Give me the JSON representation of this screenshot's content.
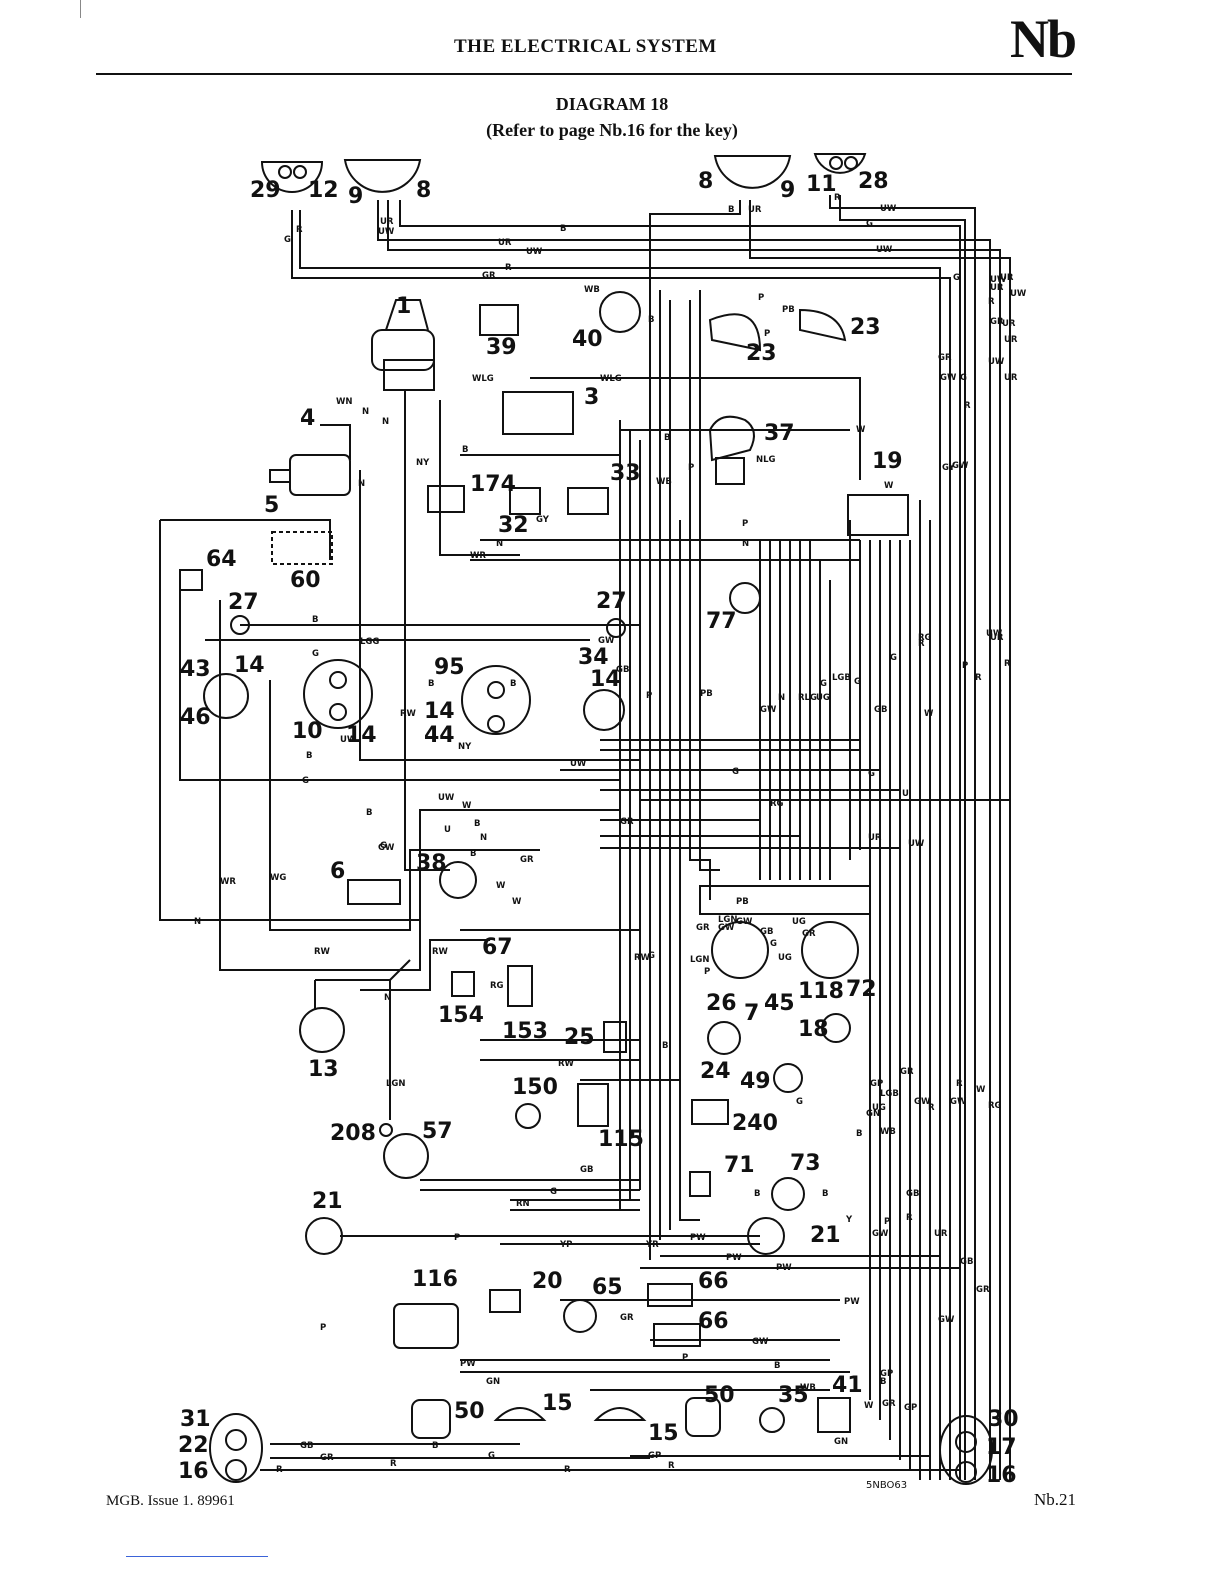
{
  "header": {
    "title": "THE ELECTRICAL SYSTEM",
    "section": "Nb"
  },
  "diagram": {
    "title": "DIAGRAM 18",
    "subtitle": "(Refer to page Nb.16 for the key)",
    "ref": "5NBO63"
  },
  "footer": {
    "left": "MGB.   Issue 1.   89961",
    "right": "Nb.21"
  },
  "components": [
    {
      "id": "29"
    },
    {
      "id": "12"
    },
    {
      "id": "9"
    },
    {
      "id": "8"
    },
    {
      "id": "8"
    },
    {
      "id": "9"
    },
    {
      "id": "11"
    },
    {
      "id": "28"
    },
    {
      "id": "1"
    },
    {
      "id": "39"
    },
    {
      "id": "40"
    },
    {
      "id": "23"
    },
    {
      "id": "23"
    },
    {
      "id": "3"
    },
    {
      "id": "4"
    },
    {
      "id": "37"
    },
    {
      "id": "5"
    },
    {
      "id": "174"
    },
    {
      "id": "33"
    },
    {
      "id": "32"
    },
    {
      "id": "19"
    },
    {
      "id": "64"
    },
    {
      "id": "60"
    },
    {
      "id": "27"
    },
    {
      "id": "27"
    },
    {
      "id": "77"
    },
    {
      "id": "43"
    },
    {
      "id": "14"
    },
    {
      "id": "46"
    },
    {
      "id": "95"
    },
    {
      "id": "34"
    },
    {
      "id": "14"
    },
    {
      "id": "10"
    },
    {
      "id": "14"
    },
    {
      "id": "14"
    },
    {
      "id": "44"
    },
    {
      "id": "6"
    },
    {
      "id": "38"
    },
    {
      "id": "67"
    },
    {
      "id": "26"
    },
    {
      "id": "7"
    },
    {
      "id": "45"
    },
    {
      "id": "118"
    },
    {
      "id": "72"
    },
    {
      "id": "154"
    },
    {
      "id": "153"
    },
    {
      "id": "25"
    },
    {
      "id": "18"
    },
    {
      "id": "13"
    },
    {
      "id": "24"
    },
    {
      "id": "150"
    },
    {
      "id": "49"
    },
    {
      "id": "115"
    },
    {
      "id": "240"
    },
    {
      "id": "208"
    },
    {
      "id": "57"
    },
    {
      "id": "71"
    },
    {
      "id": "73"
    },
    {
      "id": "21"
    },
    {
      "id": "21"
    },
    {
      "id": "116"
    },
    {
      "id": "20"
    },
    {
      "id": "65"
    },
    {
      "id": "66"
    },
    {
      "id": "66"
    },
    {
      "id": "41"
    },
    {
      "id": "50"
    },
    {
      "id": "15"
    },
    {
      "id": "50"
    },
    {
      "id": "35"
    },
    {
      "id": "15"
    },
    {
      "id": "31"
    },
    {
      "id": "22"
    },
    {
      "id": "16"
    },
    {
      "id": "30"
    },
    {
      "id": "17"
    },
    {
      "id": "16"
    }
  ],
  "wire_labels": [
    {
      "t": "R"
    },
    {
      "t": "G"
    },
    {
      "t": "UR"
    },
    {
      "t": "UW"
    },
    {
      "t": "B"
    },
    {
      "t": "UR"
    },
    {
      "t": "UW"
    },
    {
      "t": "GR"
    },
    {
      "t": "R"
    },
    {
      "t": "B"
    },
    {
      "t": "UR"
    },
    {
      "t": "R"
    },
    {
      "t": "UW"
    },
    {
      "t": "G"
    },
    {
      "t": "UW"
    },
    {
      "t": "UR"
    },
    {
      "t": "UW"
    },
    {
      "t": "UR"
    },
    {
      "t": "UW"
    },
    {
      "t": "UR"
    },
    {
      "t": "GR"
    },
    {
      "t": "G"
    },
    {
      "t": "R"
    },
    {
      "t": "GW"
    },
    {
      "t": "WB"
    },
    {
      "t": "B"
    },
    {
      "t": "P"
    },
    {
      "t": "PB"
    },
    {
      "t": "P"
    },
    {
      "t": "WLG"
    },
    {
      "t": "WLG"
    },
    {
      "t": "W"
    },
    {
      "t": "WN"
    },
    {
      "t": "N"
    },
    {
      "t": "N"
    },
    {
      "t": "B"
    },
    {
      "t": "N"
    },
    {
      "t": "NY"
    },
    {
      "t": "NLG"
    },
    {
      "t": "W"
    },
    {
      "t": "B"
    },
    {
      "t": "WB"
    },
    {
      "t": "P"
    },
    {
      "t": "GY"
    },
    {
      "t": "N"
    },
    {
      "t": "WR"
    },
    {
      "t": "P"
    },
    {
      "t": "N"
    },
    {
      "t": "B"
    },
    {
      "t": "LGG"
    },
    {
      "t": "G"
    },
    {
      "t": "GW"
    },
    {
      "t": "RG"
    },
    {
      "t": "UR"
    },
    {
      "t": "B"
    },
    {
      "t": "RW"
    },
    {
      "t": "UW"
    },
    {
      "t": "NY"
    },
    {
      "t": "B"
    },
    {
      "t": "GB"
    },
    {
      "t": "PB"
    },
    {
      "t": "P"
    },
    {
      "t": "GW"
    },
    {
      "t": "N"
    },
    {
      "t": "RLG"
    },
    {
      "t": "UG"
    },
    {
      "t": "G"
    },
    {
      "t": "LGB"
    },
    {
      "t": "G"
    },
    {
      "t": "GB"
    },
    {
      "t": "G"
    },
    {
      "t": "W"
    },
    {
      "t": "R"
    },
    {
      "t": "P"
    },
    {
      "t": "UW"
    },
    {
      "t": "G"
    },
    {
      "t": "B"
    },
    {
      "t": "G"
    },
    {
      "t": "G"
    },
    {
      "t": "UW"
    },
    {
      "t": "W"
    },
    {
      "t": "B"
    },
    {
      "t": "B"
    },
    {
      "t": "GR"
    },
    {
      "t": "U"
    },
    {
      "t": "N"
    },
    {
      "t": "RG"
    },
    {
      "t": "U"
    },
    {
      "t": "UR"
    },
    {
      "t": "UW"
    },
    {
      "t": "GW"
    },
    {
      "t": "B"
    },
    {
      "t": "GR"
    },
    {
      "t": "W"
    },
    {
      "t": "W"
    },
    {
      "t": "N"
    },
    {
      "t": "WR"
    },
    {
      "t": "WG"
    },
    {
      "t": "RW"
    },
    {
      "t": "RW"
    },
    {
      "t": "RG"
    },
    {
      "t": "N"
    },
    {
      "t": "LGN"
    },
    {
      "t": "RW"
    },
    {
      "t": "RW"
    },
    {
      "t": "G"
    },
    {
      "t": "LGN"
    },
    {
      "t": "P"
    },
    {
      "t": "B"
    },
    {
      "t": "G"
    },
    {
      "t": "PB"
    },
    {
      "t": "GR"
    },
    {
      "t": "GW"
    },
    {
      "t": "G"
    },
    {
      "t": "G"
    },
    {
      "t": "B"
    },
    {
      "t": "WB"
    },
    {
      "t": "GN"
    },
    {
      "t": "GB"
    },
    {
      "t": "G"
    },
    {
      "t": "RN"
    },
    {
      "t": "B"
    },
    {
      "t": "B"
    },
    {
      "t": "P"
    },
    {
      "t": "YP"
    },
    {
      "t": "YR"
    },
    {
      "t": "PW"
    },
    {
      "t": "PW"
    },
    {
      "t": "PW"
    },
    {
      "t": "PW"
    },
    {
      "t": "GR"
    },
    {
      "t": "GW"
    },
    {
      "t": "P"
    },
    {
      "t": "PW"
    },
    {
      "t": "P"
    },
    {
      "t": "B"
    },
    {
      "t": "GN"
    },
    {
      "t": "WB"
    },
    {
      "t": "GN"
    },
    {
      "t": "B"
    },
    {
      "t": "B"
    },
    {
      "t": "GB"
    },
    {
      "t": "G"
    },
    {
      "t": "GR"
    },
    {
      "t": "R"
    },
    {
      "t": "R"
    },
    {
      "t": "R"
    },
    {
      "t": "GP"
    },
    {
      "t": "R"
    },
    {
      "t": "GP"
    },
    {
      "t": "GW"
    },
    {
      "t": "GP"
    },
    {
      "t": "GR"
    },
    {
      "t": "W"
    },
    {
      "t": "GR"
    },
    {
      "t": "R"
    },
    {
      "t": "GB"
    },
    {
      "t": "GW"
    },
    {
      "t": "P"
    },
    {
      "t": "Y"
    },
    {
      "t": "GB"
    },
    {
      "t": "GP"
    },
    {
      "t": "GR"
    },
    {
      "t": "GW"
    },
    {
      "t": "R"
    },
    {
      "t": "GW"
    },
    {
      "t": "R"
    },
    {
      "t": "W"
    },
    {
      "t": "RG"
    },
    {
      "t": "UR"
    },
    {
      "t": "R"
    },
    {
      "t": "UR"
    },
    {
      "t": "UW"
    },
    {
      "t": "R"
    },
    {
      "t": "UW"
    },
    {
      "t": "UR"
    },
    {
      "t": "GR"
    },
    {
      "t": "R"
    },
    {
      "t": "GW"
    },
    {
      "t": "G"
    },
    {
      "t": "GY"
    },
    {
      "t": "UG"
    },
    {
      "t": "LGN"
    },
    {
      "t": "UG"
    },
    {
      "t": "GW"
    },
    {
      "t": "GR"
    },
    {
      "t": "GB"
    },
    {
      "t": "UG"
    },
    {
      "t": "LGB"
    }
  ]
}
